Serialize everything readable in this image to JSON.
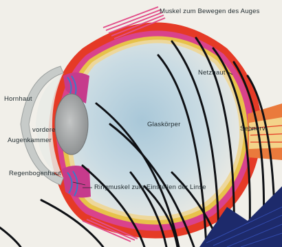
{
  "labels": {
    "muscle": "Muskel zum Bewegen des Auges",
    "retina": "Netzhaut",
    "cornea": "Hornhaut",
    "front_chamber_1": "vordere",
    "front_chamber_2": "Augenkammer",
    "vitreous": "Glaskörper",
    "optic_nerve": "Sehnerv",
    "iris": "Regenbogenhaut",
    "ciliary_muscle": "Ringmuskel zum Einstellen der Linse"
  },
  "colors": {
    "background": "#f1efe9",
    "sclera_red": "#e53a26",
    "choroid_pink": "#d9428c",
    "retina_yellow": "#e7c24a",
    "vitreous_blue": "#b9d3e1",
    "lens_gray": "#9ea1a2",
    "nerve_orange": "#ea7a3c",
    "lash_black": "#0e1014"
  }
}
